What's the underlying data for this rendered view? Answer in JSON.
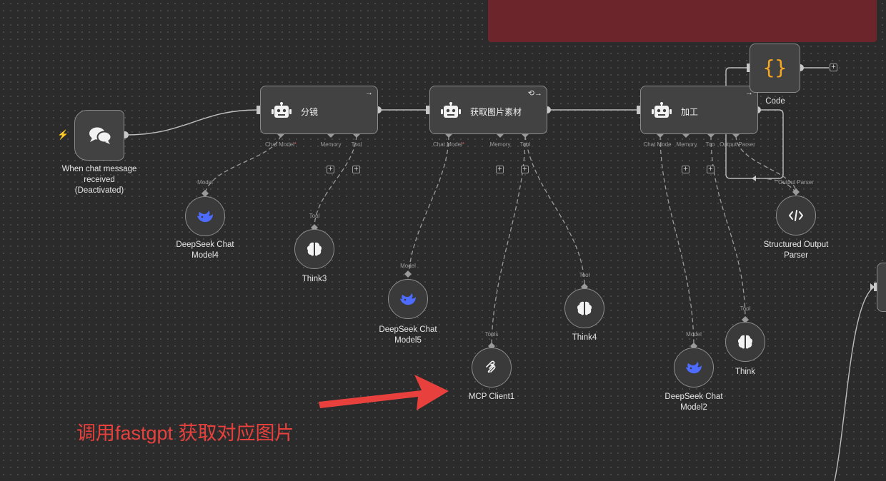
{
  "trigger": {
    "label_lines": [
      "When chat message",
      "received",
      "(Deactivated)"
    ],
    "icon": "chat-bubbles-icon"
  },
  "agents": [
    {
      "title": "分镜",
      "icon": "robot-icon",
      "corner": "→",
      "ports": [
        "Chat Model",
        "Memory",
        "Tool"
      ]
    },
    {
      "title": "获取图片素材",
      "icon": "robot-icon",
      "corner": "⟲→",
      "ports": [
        "Chat Model",
        "Memory",
        "Tool"
      ]
    },
    {
      "title": "加工",
      "icon": "robot-icon",
      "corner": "→",
      "ports": [
        "Chat Mode",
        "Memory",
        "Too",
        "Output Parser"
      ]
    }
  ],
  "required_marker": "*",
  "code_node": {
    "label": "Code",
    "icon": "curly-braces-icon",
    "glyph": "{}"
  },
  "subnodes": [
    {
      "id": "deepseek4",
      "label_lines": [
        "DeepSeek Chat",
        "Model4"
      ],
      "port": "Model",
      "icon": "deepseek-whale-icon"
    },
    {
      "id": "think3",
      "label_lines": [
        "Think3"
      ],
      "port": "Tool",
      "icon": "brain-icon"
    },
    {
      "id": "deepseek5",
      "label_lines": [
        "DeepSeek Chat",
        "Model5"
      ],
      "port": "Model",
      "icon": "deepseek-whale-icon"
    },
    {
      "id": "mcp1",
      "label_lines": [
        "MCP Client1"
      ],
      "port": "Tools",
      "icon": "mcp-icon"
    },
    {
      "id": "think4",
      "label_lines": [
        "Think4"
      ],
      "port": "Tool",
      "icon": "brain-icon"
    },
    {
      "id": "deepseek2",
      "label_lines": [
        "DeepSeek Chat",
        "Model2"
      ],
      "port": "Model",
      "icon": "deepseek-whale-icon"
    },
    {
      "id": "think",
      "label_lines": [
        "Think"
      ],
      "port": "Tool",
      "icon": "brain-icon"
    },
    {
      "id": "parser",
      "label_lines": [
        "Structured Output",
        "Parser"
      ],
      "port": "Output Parser",
      "icon": "code-tag-icon"
    }
  ],
  "annotation": {
    "text": "调用fastgpt 获取对应图片"
  },
  "colors": {
    "canvas": "#2b2b2b",
    "banner": "#6c252a",
    "annotation_red": "#e8413d",
    "deepseek_blue": "#4d6bfe",
    "code_orange": "#f5a623"
  }
}
